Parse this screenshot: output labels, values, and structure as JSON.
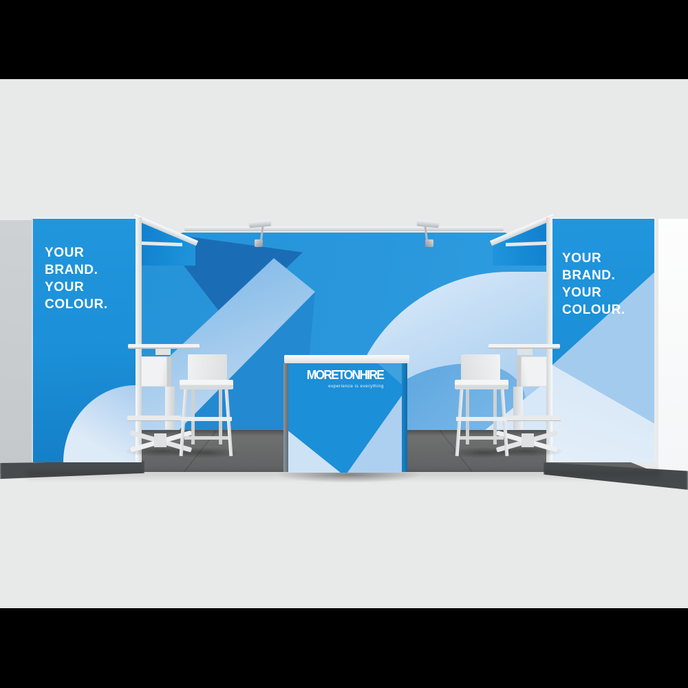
{
  "scene": {
    "letterbox_color": "#000000",
    "backdrop_color": "#e8e9e9"
  },
  "panels": {
    "left": {
      "lines": [
        "YOUR",
        "BRAND.",
        "YOUR",
        "COLOUR."
      ]
    },
    "right": {
      "lines": [
        "YOUR",
        "BRAND.",
        "YOUR",
        "COLOUR."
      ]
    }
  },
  "counter": {
    "brand": "MORETONHIRE",
    "tagline": "experience is everything",
    "logo_icon": "grid-of-four-squares"
  },
  "furniture": {
    "bar_tables": 2,
    "bar_stools": 2,
    "spotlights": 2
  },
  "colors": {
    "letterbox": "#000000",
    "studio_gray": "#e8e9e9",
    "brand_blue": "#1b8fd7",
    "wall_blue": "#2a97dc",
    "dark_blue": "#1a6db5",
    "pale_blue": "#b7d6f2",
    "light_band_blue": "#7ab6e7",
    "wave_blue": "#5aa5df",
    "carpet_gray": "#6a6b6b",
    "frame_white": "#eff1f2",
    "text_white": "#ffffff"
  }
}
